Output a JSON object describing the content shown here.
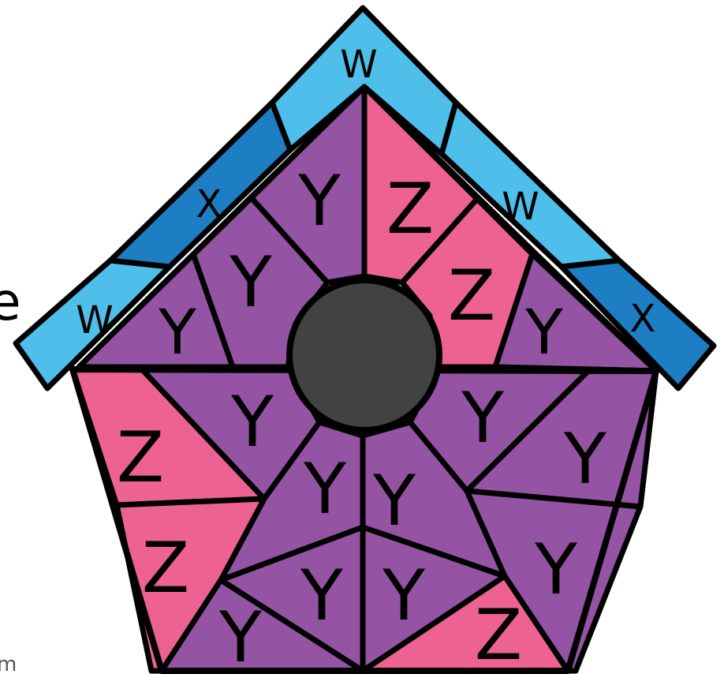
{
  "image": {
    "subject": "birdhouse-color-by-letter-puzzle",
    "colors": {
      "W": "#4dbfea",
      "X": "#1d7ec3",
      "Y": "#9553a3",
      "Z": "#ee6293",
      "hole": "#424242",
      "outline": "#000000",
      "background": "#ffffff"
    }
  },
  "edge_fragments": {
    "left": "e",
    "bottom_left": "m"
  },
  "roof_labels": {
    "w_top": "W",
    "x_left": "X",
    "w_left": "W",
    "w_right": "W",
    "x_right": "X"
  },
  "wall_labels": {
    "y_top_left": "Y",
    "z_top_right": "Z",
    "y_upper_left": "Y",
    "z_upper_right": "Z",
    "y_left_corner": "Y",
    "y_right_corner": "Y",
    "y_mid_left": "Y",
    "y_mid_right": "Y",
    "z_left_upper": "Z",
    "y_right_upper": "Y",
    "y_center_left": "Y",
    "y_center_right": "Y",
    "z_left_lower": "Z",
    "y_right_lower": "Y",
    "y_bottom_left_inner": "Y",
    "y_bottom_right_inner": "Y",
    "y_bottom_left_corner": "Y",
    "z_bottom_right": "Z"
  }
}
